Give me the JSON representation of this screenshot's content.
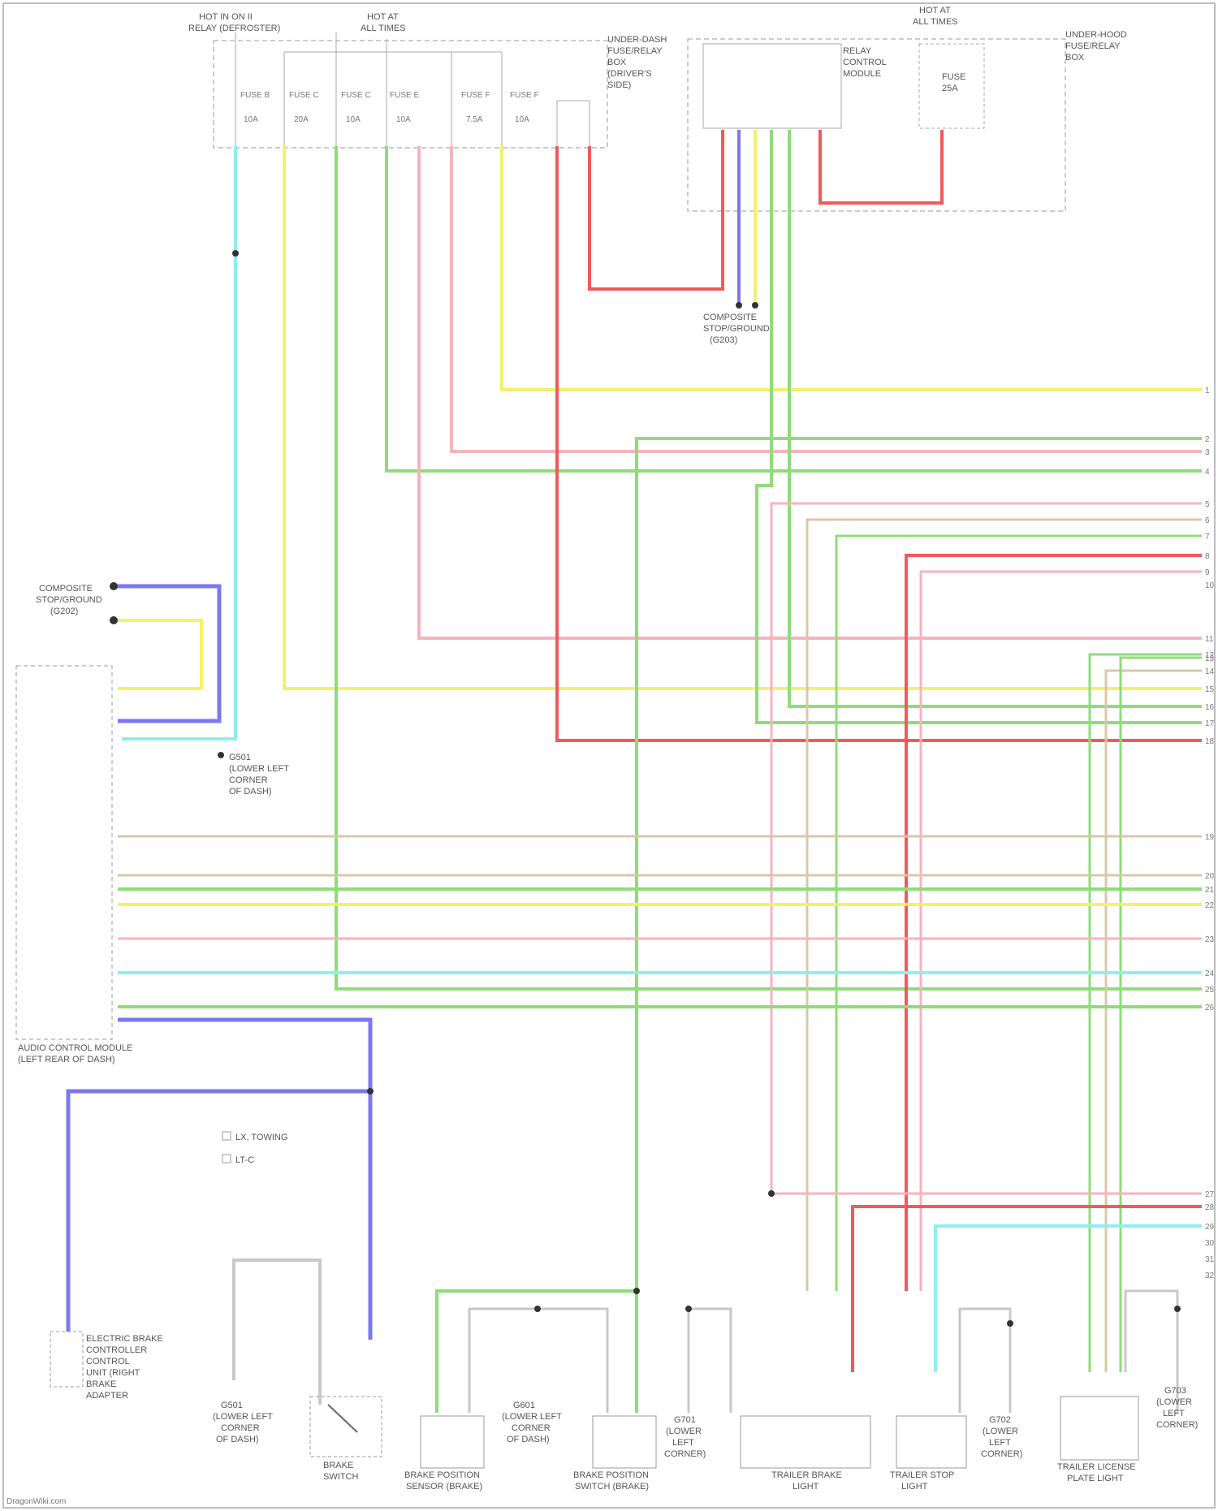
{
  "header": {
    "hot_label": [
      "HOT IN ON II",
      "RELAY (DEFROSTER)"
    ],
    "hot_all_label": [
      "HOT AT",
      "ALL TIMES"
    ],
    "fuse_box_label": [
      "UNDER-DASH",
      "FUSE/RELAY",
      "BOX",
      "(DRIVER'S",
      "SIDE)"
    ],
    "hot_all_right_label": [
      "HOT AT",
      "ALL TIMES"
    ],
    "underhood_box_label": [
      "UNDER-HOOD",
      "FUSE/RELAY",
      "BOX"
    ],
    "relay_label": [
      "RELAY",
      "CONTROL",
      "MODULE"
    ],
    "fuse_right_label": [
      "FUSE",
      "25A"
    ]
  },
  "fuses": [
    {
      "label": "FUSE B",
      "amps": "10A"
    },
    {
      "label": "FUSE C",
      "amps": "20A"
    },
    {
      "label": "FUSE C",
      "amps": "10A"
    },
    {
      "label": "FUSE E",
      "amps": "10A"
    },
    {
      "label": "FUSE F",
      "amps": "7.5A"
    },
    {
      "label": "FUSE F",
      "amps": "10A"
    }
  ],
  "wire_colors": {
    "red": "#f05a5a",
    "pink": "#f7b3bd",
    "yellow": "#f4f06a",
    "green": "#8fdc7a",
    "cyan": "#8eeef0",
    "blue": "#7b78ef",
    "tan": "#d8c8a8",
    "gray": "#c8c8c8"
  },
  "ground_top": [
    "COMPOSITE",
    "STOP/GROUND",
    "(G203)"
  ],
  "ground_left": [
    "COMPOSITE",
    "STOP/GROUND",
    "(G202)"
  ],
  "left_module": [
    "AUDIO CONTROL MODULE",
    "(LEFT REAR OF DASH)"
  ],
  "left_ground_label": [
    "G501",
    "(LOWER LEFT",
    "CORNER",
    "OF DASH)"
  ],
  "legend": [
    "LX, TOWING",
    "LT-C"
  ],
  "bottom_left_module": [
    "ELECTRIC BRAKE",
    "CONTROLLER",
    "CONTROL",
    "UNIT (RIGHT",
    "BRAKE",
    "ADAPTER"
  ],
  "bottom_components": [
    {
      "name": "BRAKE SWITCH",
      "text": [
        "BRAKE",
        "SWITCH"
      ]
    },
    {
      "name": "BRAKE POSITION SENSOR",
      "text": [
        "BRAKE POSITION",
        "SENSOR (BRAKE)"
      ]
    },
    {
      "name": "BRAKE POSITION SWITCH",
      "text": [
        "BRAKE POSITION",
        "SWITCH (BRAKE)"
      ]
    },
    {
      "name": "TRAILER BRAKE LIGHT",
      "text": [
        "TRAILER BRAKE",
        "LIGHT"
      ]
    },
    {
      "name": "TRAILER STOP LIGHT",
      "text": [
        "TRAILER STOP",
        "LIGHT"
      ]
    },
    {
      "name": "TRAILER LICENSE PLATE LIGHT",
      "text": [
        "TRAILER LICENSE",
        "PLATE LIGHT"
      ]
    }
  ],
  "bottom_grounds": [
    [
      "G501",
      "(LOWER LEFT",
      "CORNER",
      "OF DASH)"
    ],
    [
      "G601",
      "(LOWER LEFT",
      "CORNER",
      "OF DASH)"
    ],
    [
      "G701",
      "(LOWER",
      "LEFT",
      "CORNER)"
    ],
    [
      "G702",
      "(LOWER",
      "LEFT",
      "CORNER)"
    ],
    [
      "G703",
      "(LOWER",
      "LEFT",
      "CORNER)"
    ]
  ],
  "right_pins": [
    "1",
    "2",
    "3",
    "4",
    "5",
    "6",
    "7",
    "8",
    "9",
    "10",
    "11",
    "12",
    "13",
    "14",
    "15",
    "16",
    "17",
    "18",
    "19",
    "20",
    "21",
    "22",
    "23",
    "24",
    "25",
    "26",
    "27",
    "28",
    "29",
    "30",
    "31",
    "32"
  ],
  "footer": "DragonWiki.com"
}
